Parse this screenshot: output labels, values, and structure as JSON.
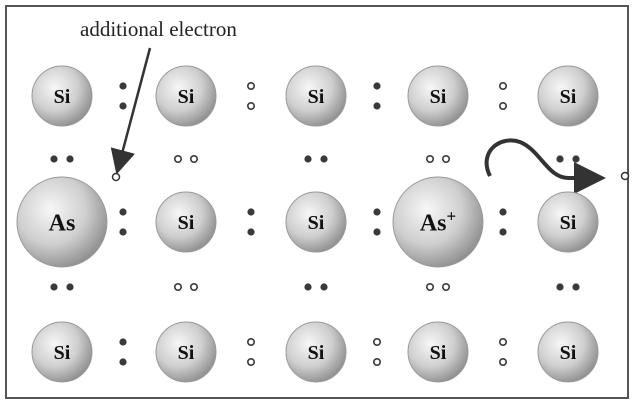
{
  "annotation": {
    "label": "additional electron"
  },
  "atoms": [
    {
      "row": 0,
      "col": 0,
      "label": "Si",
      "kind": "si"
    },
    {
      "row": 0,
      "col": 1,
      "label": "Si",
      "kind": "si"
    },
    {
      "row": 0,
      "col": 2,
      "label": "Si",
      "kind": "si"
    },
    {
      "row": 0,
      "col": 3,
      "label": "Si",
      "kind": "si"
    },
    {
      "row": 0,
      "col": 4,
      "label": "Si",
      "kind": "si"
    },
    {
      "row": 1,
      "col": 0,
      "label": "As",
      "kind": "dopant"
    },
    {
      "row": 1,
      "col": 1,
      "label": "Si",
      "kind": "si"
    },
    {
      "row": 1,
      "col": 2,
      "label": "Si",
      "kind": "si"
    },
    {
      "row": 1,
      "col": 3,
      "label": "As",
      "sup": "+",
      "kind": "dopant"
    },
    {
      "row": 1,
      "col": 4,
      "label": "Si",
      "kind": "si"
    },
    {
      "row": 2,
      "col": 0,
      "label": "Si",
      "kind": "si"
    },
    {
      "row": 2,
      "col": 1,
      "label": "Si",
      "kind": "si"
    },
    {
      "row": 2,
      "col": 2,
      "label": "Si",
      "kind": "si"
    },
    {
      "row": 2,
      "col": 3,
      "label": "Si",
      "kind": "si"
    },
    {
      "row": 2,
      "col": 4,
      "label": "Si",
      "kind": "si"
    }
  ],
  "bonds_horizontal": [
    {
      "row": 0,
      "gap": 0,
      "style": "filled"
    },
    {
      "row": 0,
      "gap": 1,
      "style": "hollow"
    },
    {
      "row": 0,
      "gap": 2,
      "style": "filled"
    },
    {
      "row": 0,
      "gap": 3,
      "style": "hollow"
    },
    {
      "row": 1,
      "gap": 0,
      "style": "filled"
    },
    {
      "row": 1,
      "gap": 1,
      "style": "filled"
    },
    {
      "row": 1,
      "gap": 2,
      "style": "filled"
    },
    {
      "row": 1,
      "gap": 3,
      "style": "filled"
    },
    {
      "row": 2,
      "gap": 0,
      "style": "filled"
    },
    {
      "row": 2,
      "gap": 1,
      "style": "hollow"
    },
    {
      "row": 2,
      "gap": 2,
      "style": "hollow"
    },
    {
      "row": 2,
      "gap": 3,
      "style": "hollow"
    }
  ],
  "bonds_vertical": [
    {
      "gap": 0,
      "col": 0,
      "style": "filled"
    },
    {
      "gap": 0,
      "col": 1,
      "style": "hollow"
    },
    {
      "gap": 0,
      "col": 2,
      "style": "filled"
    },
    {
      "gap": 0,
      "col": 3,
      "style": "hollow"
    },
    {
      "gap": 0,
      "col": 4,
      "style": "filled"
    },
    {
      "gap": 1,
      "col": 0,
      "style": "filled"
    },
    {
      "gap": 1,
      "col": 1,
      "style": "hollow"
    },
    {
      "gap": 1,
      "col": 2,
      "style": "filled"
    },
    {
      "gap": 1,
      "col": 3,
      "style": "hollow"
    },
    {
      "gap": 1,
      "col": 4,
      "style": "filled"
    }
  ],
  "colors": {
    "atom_light": "#f4f4f4",
    "atom_mid": "#c9c9c9",
    "atom_dark": "#8e8e8e",
    "ink": "#3a3a3a",
    "frame": "#555555"
  }
}
